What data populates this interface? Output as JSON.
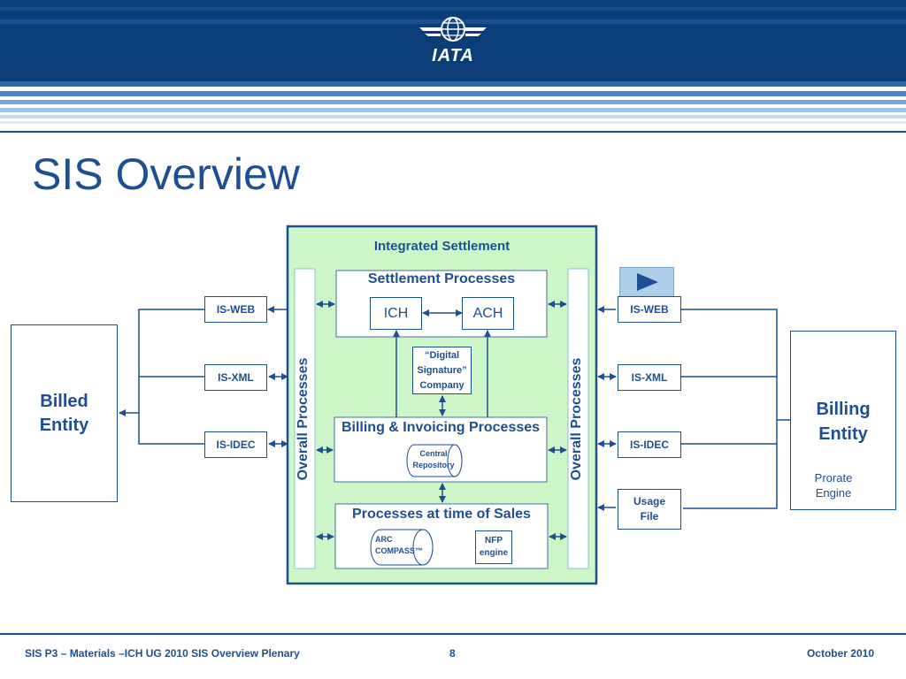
{
  "brand": {
    "logo_text": "IATA"
  },
  "slide": {
    "title": "SIS Overview"
  },
  "integrated": {
    "heading": "Integrated Settlement",
    "overall_left": "Overall Processes",
    "overall_right": "Overall Processes",
    "settlement": {
      "heading": "Settlement Processes",
      "ich": "ICH",
      "ach": "ACH"
    },
    "digital_signature": [
      "“Digital",
      "Signature”",
      "Company"
    ],
    "billing": {
      "heading": "Billing & Invoicing Processes",
      "repository": [
        "Central",
        "Repository"
      ]
    },
    "sales": {
      "heading": "Processes at time of Sales",
      "arc": [
        "ARC",
        "COMPASS™"
      ],
      "nfp": [
        "NFP",
        "engine"
      ]
    }
  },
  "left": {
    "entity": [
      "Billed",
      "Entity"
    ],
    "formats": [
      "IS-WEB",
      "IS-XML",
      "IS-IDEC"
    ]
  },
  "right": {
    "entity": [
      "Billing",
      "Entity"
    ],
    "prorate": [
      "Prorate",
      "Engine"
    ],
    "formats": [
      "IS-WEB",
      "IS-XML",
      "IS-IDEC"
    ],
    "usage": [
      "Usage",
      "File"
    ]
  },
  "footer": {
    "left": "SIS P3 – Materials –ICH UG 2010 SIS Overview Plenary",
    "page": "8",
    "date": "October 2010"
  },
  "colors": {
    "accent": "#1d4f91",
    "panel": "#ccf5c8",
    "border": "#1d4f91"
  }
}
